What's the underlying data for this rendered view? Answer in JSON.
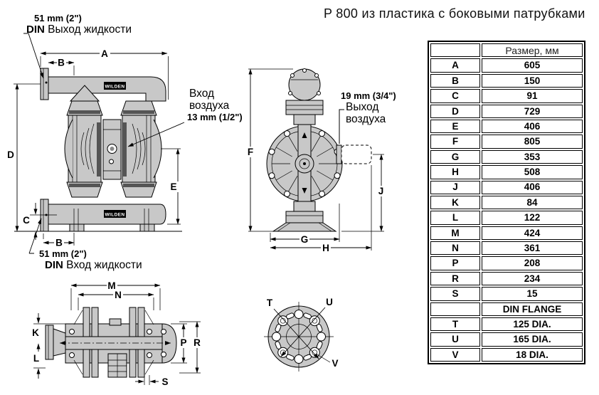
{
  "title": "P 800 из пластика с боковыми патрубками",
  "colors": {
    "body_fill": "#c8c8c8",
    "line": "#000000",
    "band_dark": "#555555"
  },
  "annotations": {
    "liquid_outlet": {
      "size": "51 mm (2\")",
      "standard": "DIN",
      "label": "Выход жидкости"
    },
    "air_inlet": {
      "label_line1": "Вход",
      "label_line2": "воздуха",
      "size": "13 mm (1/2\")"
    },
    "air_outlet": {
      "size": "19 mm (3/4\")",
      "label_line1": "Выход",
      "label_line2": "воздуха"
    },
    "liquid_inlet": {
      "size": "51 mm (2\")",
      "standard": "DIN",
      "label": "Вход жидкости"
    }
  },
  "views": {
    "front": {
      "brand": "WILDEN",
      "dims": {
        "a": "A",
        "b_top": "B",
        "c": "C",
        "d": "D",
        "e": "E",
        "b_bottom": "B"
      }
    },
    "side": {
      "dims": {
        "f": "F",
        "g": "G",
        "h": "H",
        "j": "J"
      }
    },
    "bottom": {
      "dims": {
        "m": "M",
        "n": "N",
        "k": "K",
        "l": "L",
        "p": "P",
        "r": "R",
        "s": "S"
      }
    },
    "flange": {
      "dims": {
        "t": "T",
        "u": "U",
        "v": "V"
      }
    }
  },
  "table": {
    "header_size": "Размер, мм",
    "rows": [
      [
        "A",
        "605"
      ],
      [
        "B",
        "150"
      ],
      [
        "C",
        "91"
      ],
      [
        "D",
        "729"
      ],
      [
        "E",
        "406"
      ],
      [
        "F",
        "805"
      ],
      [
        "G",
        "353"
      ],
      [
        "H",
        "508"
      ],
      [
        "J",
        "406"
      ],
      [
        "K",
        "84"
      ],
      [
        "L",
        "122"
      ],
      [
        "M",
        "424"
      ],
      [
        "N",
        "361"
      ],
      [
        "P",
        "208"
      ],
      [
        "R",
        "234"
      ],
      [
        "S",
        "15"
      ]
    ],
    "flange_header": "DIN FLANGE",
    "flange_rows": [
      [
        "T",
        "125 DIA."
      ],
      [
        "U",
        "165 DIA."
      ],
      [
        "V",
        "18 DIA."
      ]
    ]
  }
}
